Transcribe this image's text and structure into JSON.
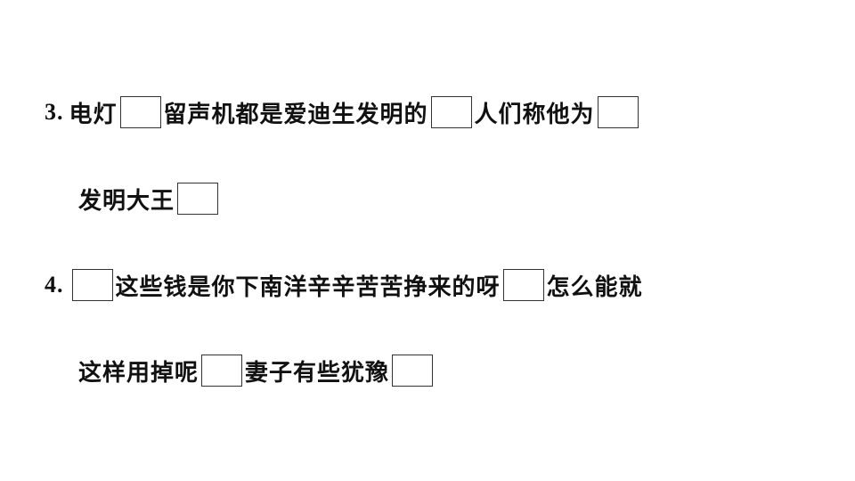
{
  "q3": {
    "number": "3.",
    "seg1": "电灯",
    "seg2": "留声机都是爱迪生发明的",
    "seg3": "人们称他为",
    "seg4": "发明大王"
  },
  "q4": {
    "number": "4.",
    "seg1": "这些钱是你下南洋辛辛苦苦挣来的呀",
    "seg2": "怎么能就",
    "seg3": "这样用掉呢",
    "seg4": "妻子有些犹豫"
  }
}
